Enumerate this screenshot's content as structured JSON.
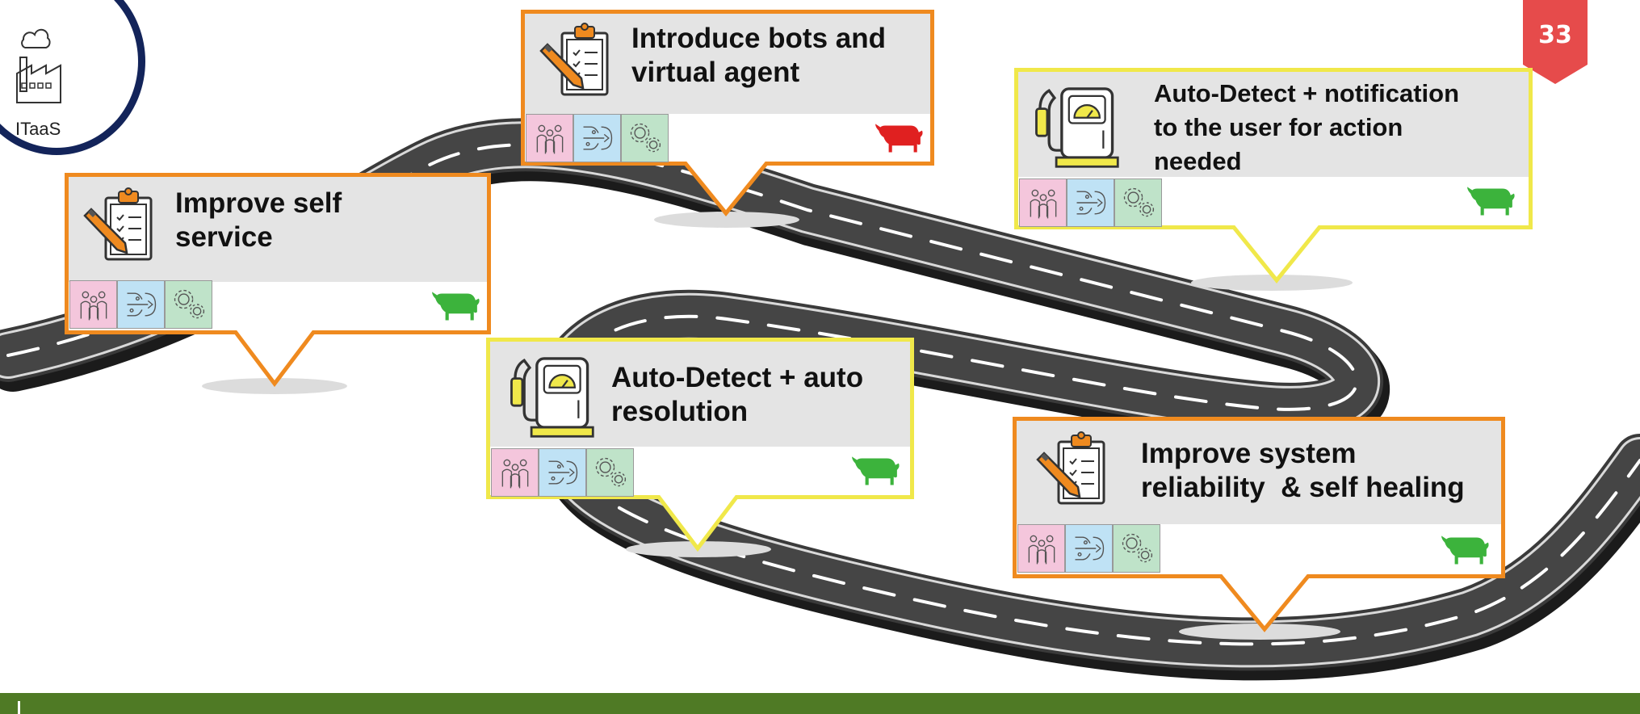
{
  "page_number": "33",
  "logo": {
    "text": "ITaaS",
    "icon": "factory-cloud-icon"
  },
  "colors": {
    "orange_border": "#ef8a1f",
    "yellow_border": "#f0e84a",
    "header_gray": "#e4e4e4",
    "cow_green": "#3cb33c",
    "cow_red": "#e02020",
    "footer_green": "#4f7a25",
    "badge_red": "#e64b4b"
  },
  "cards": [
    {
      "id": "improve-self-service",
      "title_line1": "Improve self",
      "title_line2": "service",
      "title_line3": "",
      "border": "orange",
      "main_icon": "clipboard-pencil-icon",
      "cow": "green"
    },
    {
      "id": "introduce-bots",
      "title_line1": "Introduce bots and",
      "title_line2": "virtual agent",
      "title_line3": "",
      "border": "orange",
      "main_icon": "clipboard-pencil-icon",
      "cow": "red"
    },
    {
      "id": "auto-detect-notification",
      "title_line1": "Auto-Detect + notification",
      "title_line2": "to the user for action",
      "title_line3": "needed",
      "border": "yellow",
      "main_icon": "fuel-pump-icon",
      "cow": "green"
    },
    {
      "id": "auto-detect-resolution",
      "title_line1": "Auto-Detect + auto",
      "title_line2": "resolution",
      "title_line3": "",
      "border": "yellow",
      "main_icon": "fuel-pump-icon",
      "cow": "green"
    },
    {
      "id": "improve-reliability",
      "title_line1": "Improve system",
      "title_line2": "reliability  & self healing",
      "title_line3": "",
      "border": "orange",
      "main_icon": "clipboard-pencil-icon",
      "cow": "green"
    }
  ],
  "category_icons": [
    "people-icon",
    "data-flow-icon",
    "gears-icon"
  ]
}
